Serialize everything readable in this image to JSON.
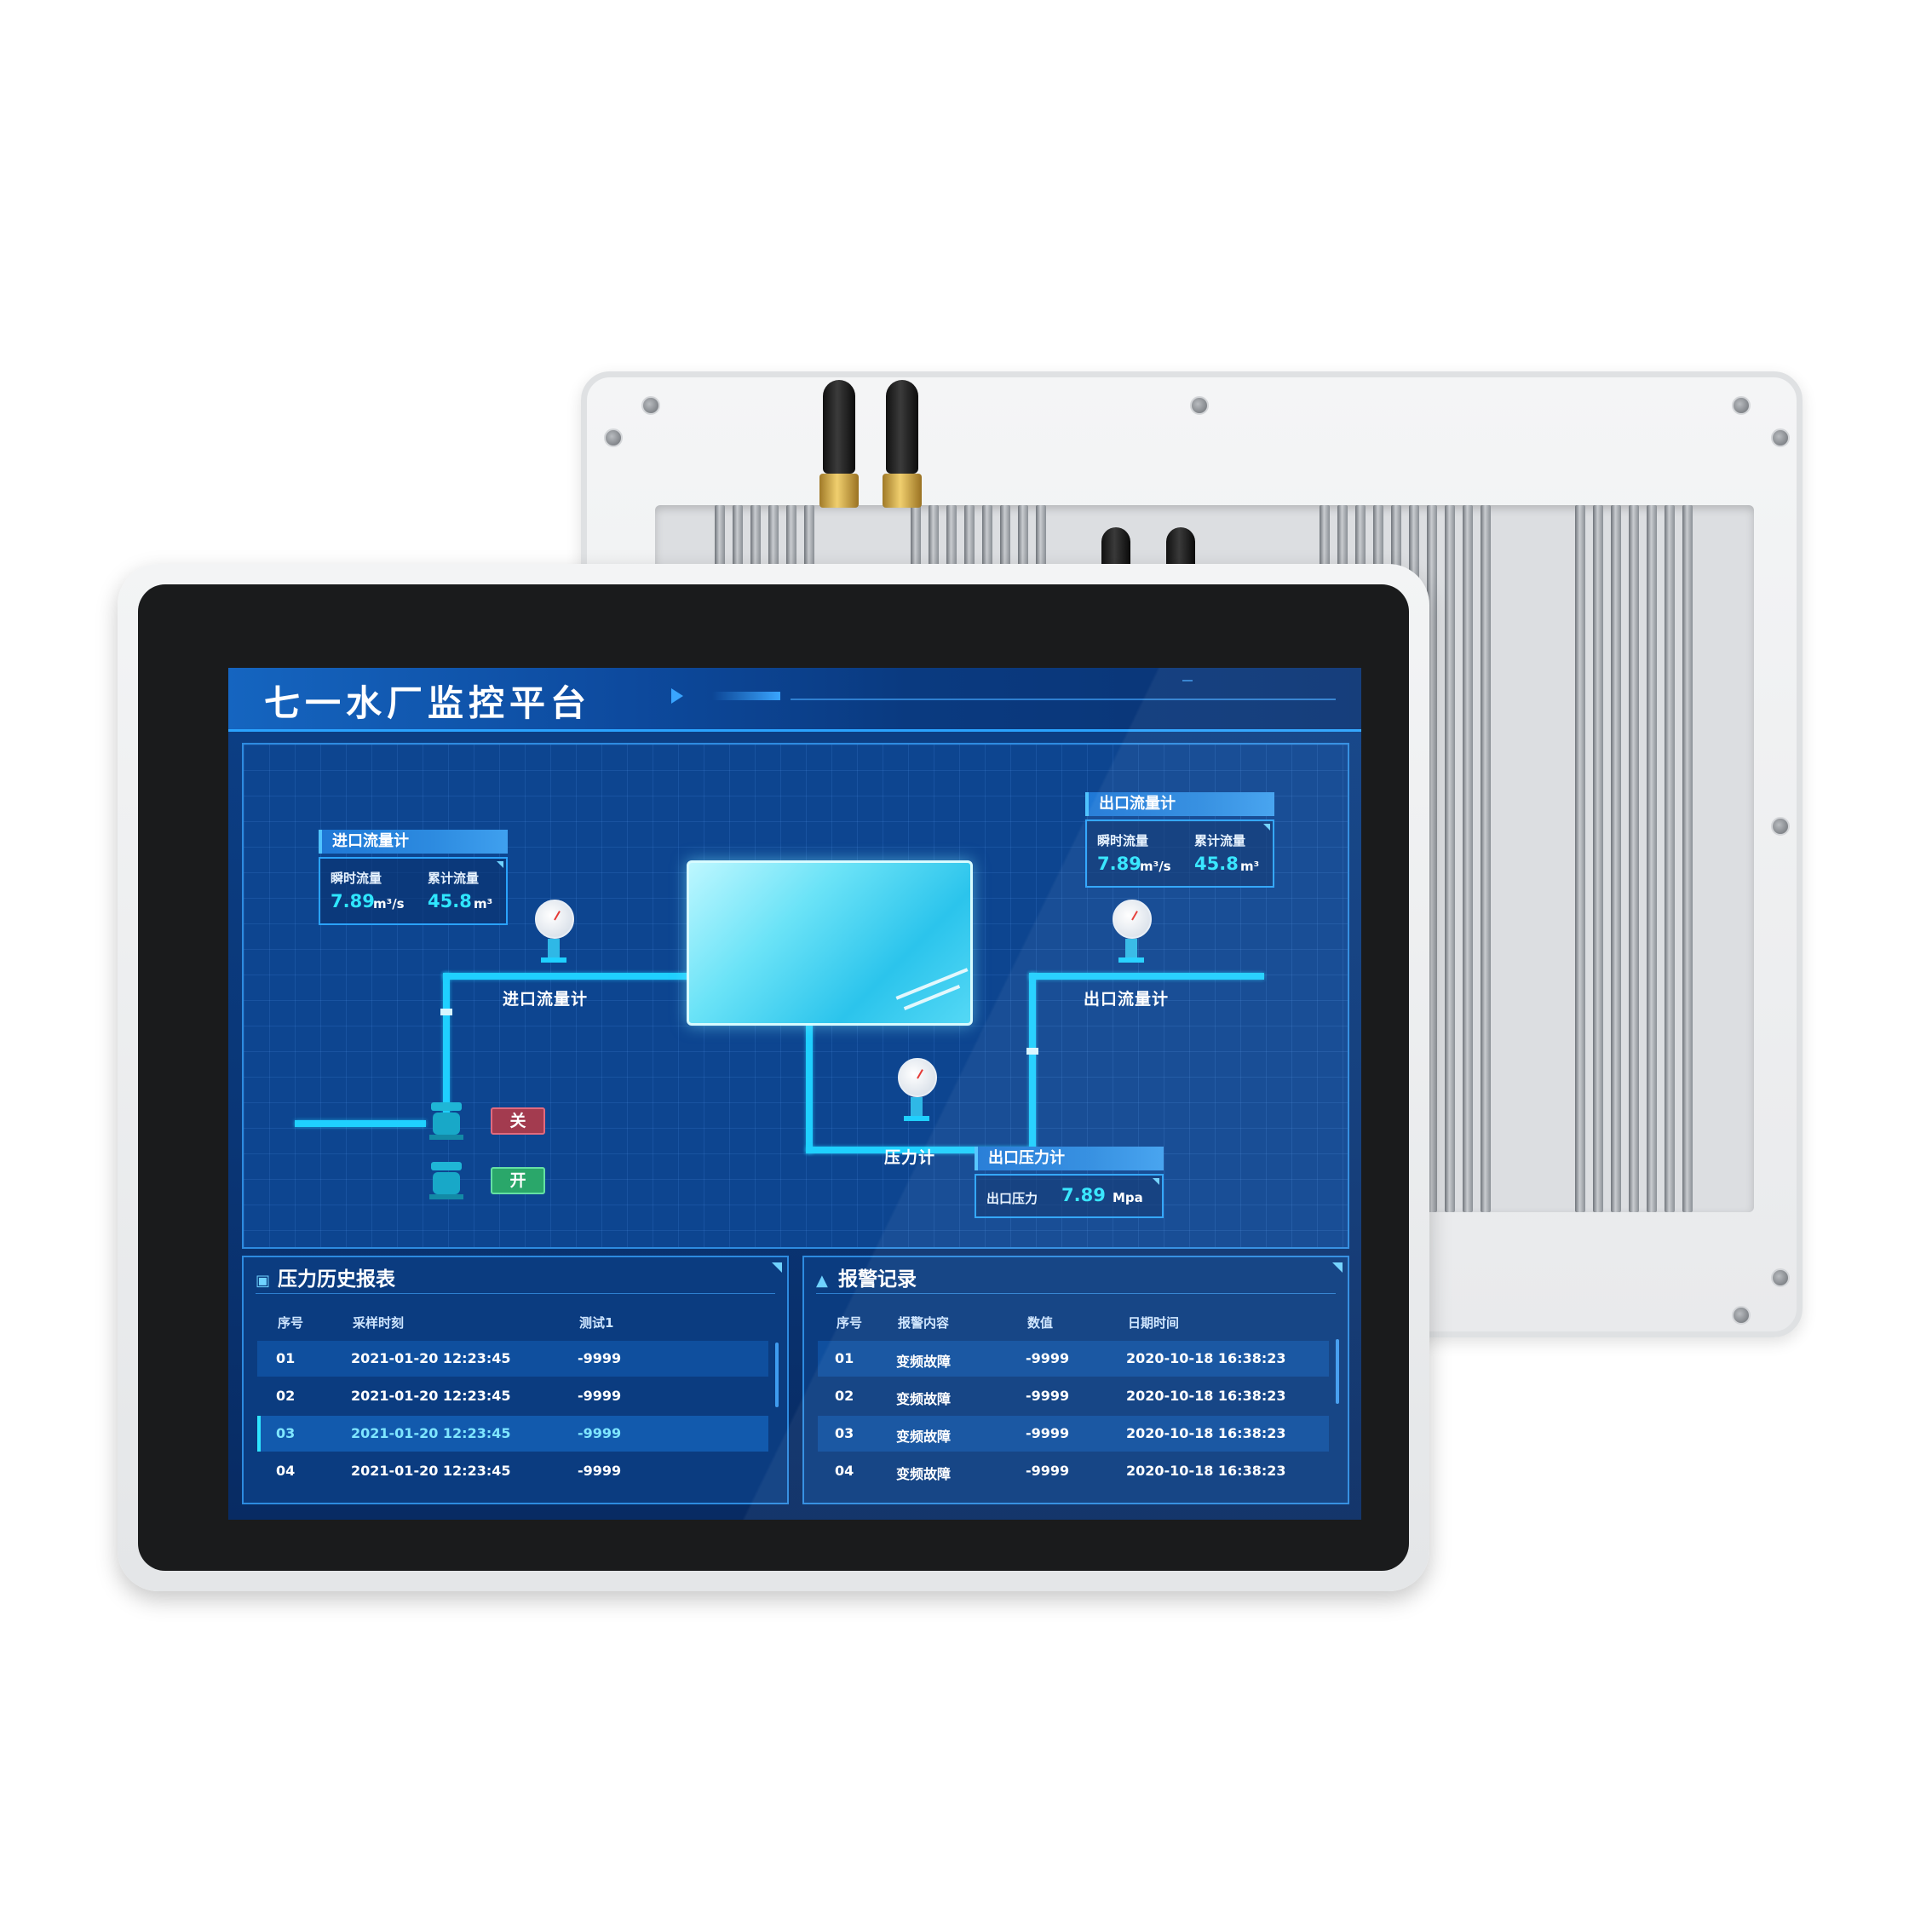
{
  "app": {
    "title": "七一水厂监控平台"
  },
  "diagram": {
    "inlet_card": {
      "title": "进口流量计",
      "instant_label": "瞬时流量",
      "instant_value": "7.89",
      "instant_unit": "m³/s",
      "total_label": "累计流量",
      "total_value": "45.8",
      "total_unit": "m³"
    },
    "outlet_card": {
      "title": "出口流量计",
      "instant_label": "瞬时流量",
      "instant_value": "7.89",
      "instant_unit": "m³/s",
      "total_label": "累计流量",
      "total_value": "45.8",
      "total_unit": "m³"
    },
    "pressure_card": {
      "title": "出口压力计",
      "label": "出口压力",
      "value": "7.89",
      "unit": "Mpa"
    },
    "labels": {
      "inlet_meter": "进口流量计",
      "outlet_meter": "出口流量计",
      "pressure_gauge": "压力计"
    },
    "valve_buttons": {
      "close": "关",
      "open": "开"
    }
  },
  "pressure_history": {
    "title": "压力历史报表",
    "icon": "calendar-icon",
    "columns": [
      "序号",
      "采样时刻",
      "测试1"
    ],
    "rows": [
      {
        "no": "01",
        "time": "2021-01-20  12:23:45",
        "value": "-9999"
      },
      {
        "no": "02",
        "time": "2021-01-20  12:23:45",
        "value": "-9999"
      },
      {
        "no": "03",
        "time": "2021-01-20  12:23:45",
        "value": "-9999"
      },
      {
        "no": "04",
        "time": "2021-01-20  12:23:45",
        "value": "-9999"
      }
    ]
  },
  "alarm_log": {
    "title": "报警记录",
    "icon": "warning-icon",
    "columns": [
      "序号",
      "报警内容",
      "数值",
      "日期时间"
    ],
    "rows": [
      {
        "no": "01",
        "content": "变频故障",
        "value": "-9999",
        "datetime": "2020-10-18 16:38:23"
      },
      {
        "no": "02",
        "content": "变频故障",
        "value": "-9999",
        "datetime": "2020-10-18 16:38:23"
      },
      {
        "no": "03",
        "content": "变频故障",
        "value": "-9999",
        "datetime": "2020-10-18 16:38:23"
      },
      {
        "no": "04",
        "content": "变频故障",
        "value": "-9999",
        "datetime": "2020-10-18 16:38:23"
      }
    ]
  },
  "colors": {
    "accent": "#2fe6ff",
    "pipe": "#1fd0ff",
    "panel_border": "#2d8be0",
    "valve_off": "#a33b4f",
    "valve_on": "#2aa76a"
  }
}
